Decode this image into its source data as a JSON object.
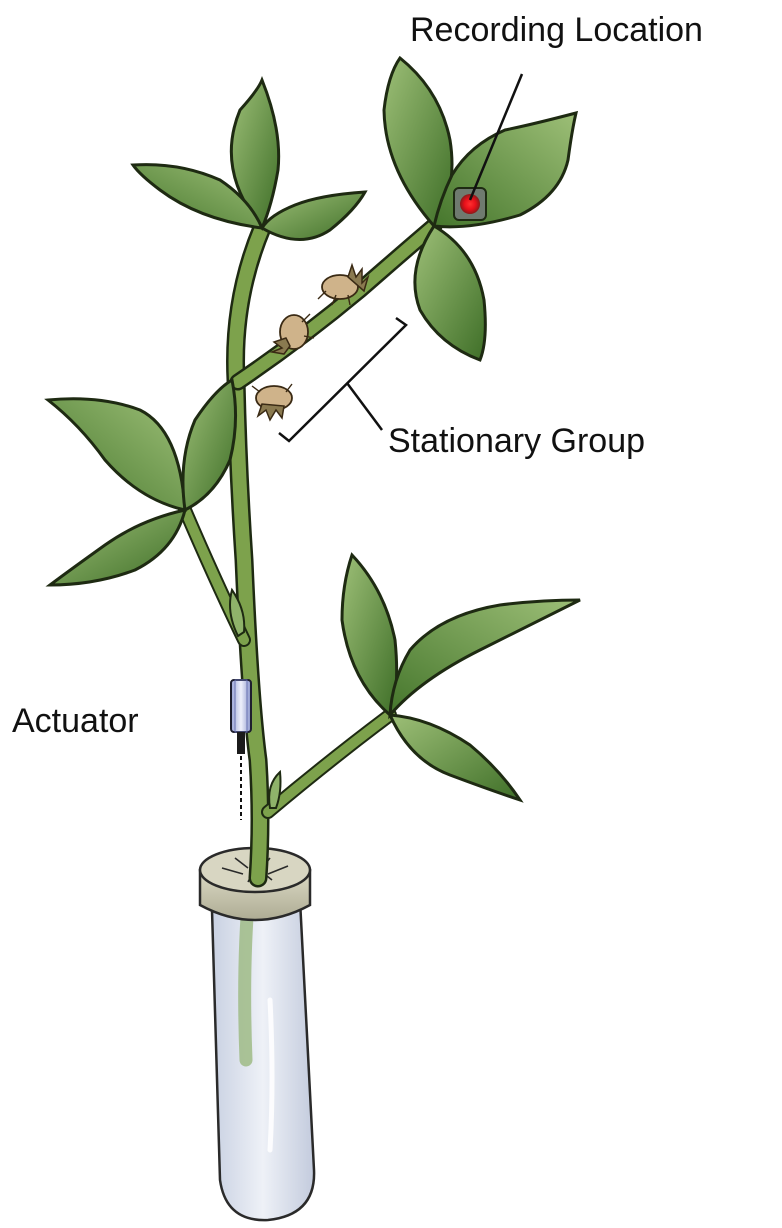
{
  "labels": {
    "recording_location": "Recording Location",
    "stationary_group": "Stationary Group",
    "actuator": "Actuator"
  },
  "colors": {
    "leaf_light": "#8fb36a",
    "leaf_dark": "#4a7a30",
    "stem": "#7da24c",
    "outline": "#1e2a12",
    "recording_marker": "#e8101a",
    "tube_glass": "#dde3ee",
    "cap": "#c9c7b1",
    "insect": "#cfb38a"
  }
}
